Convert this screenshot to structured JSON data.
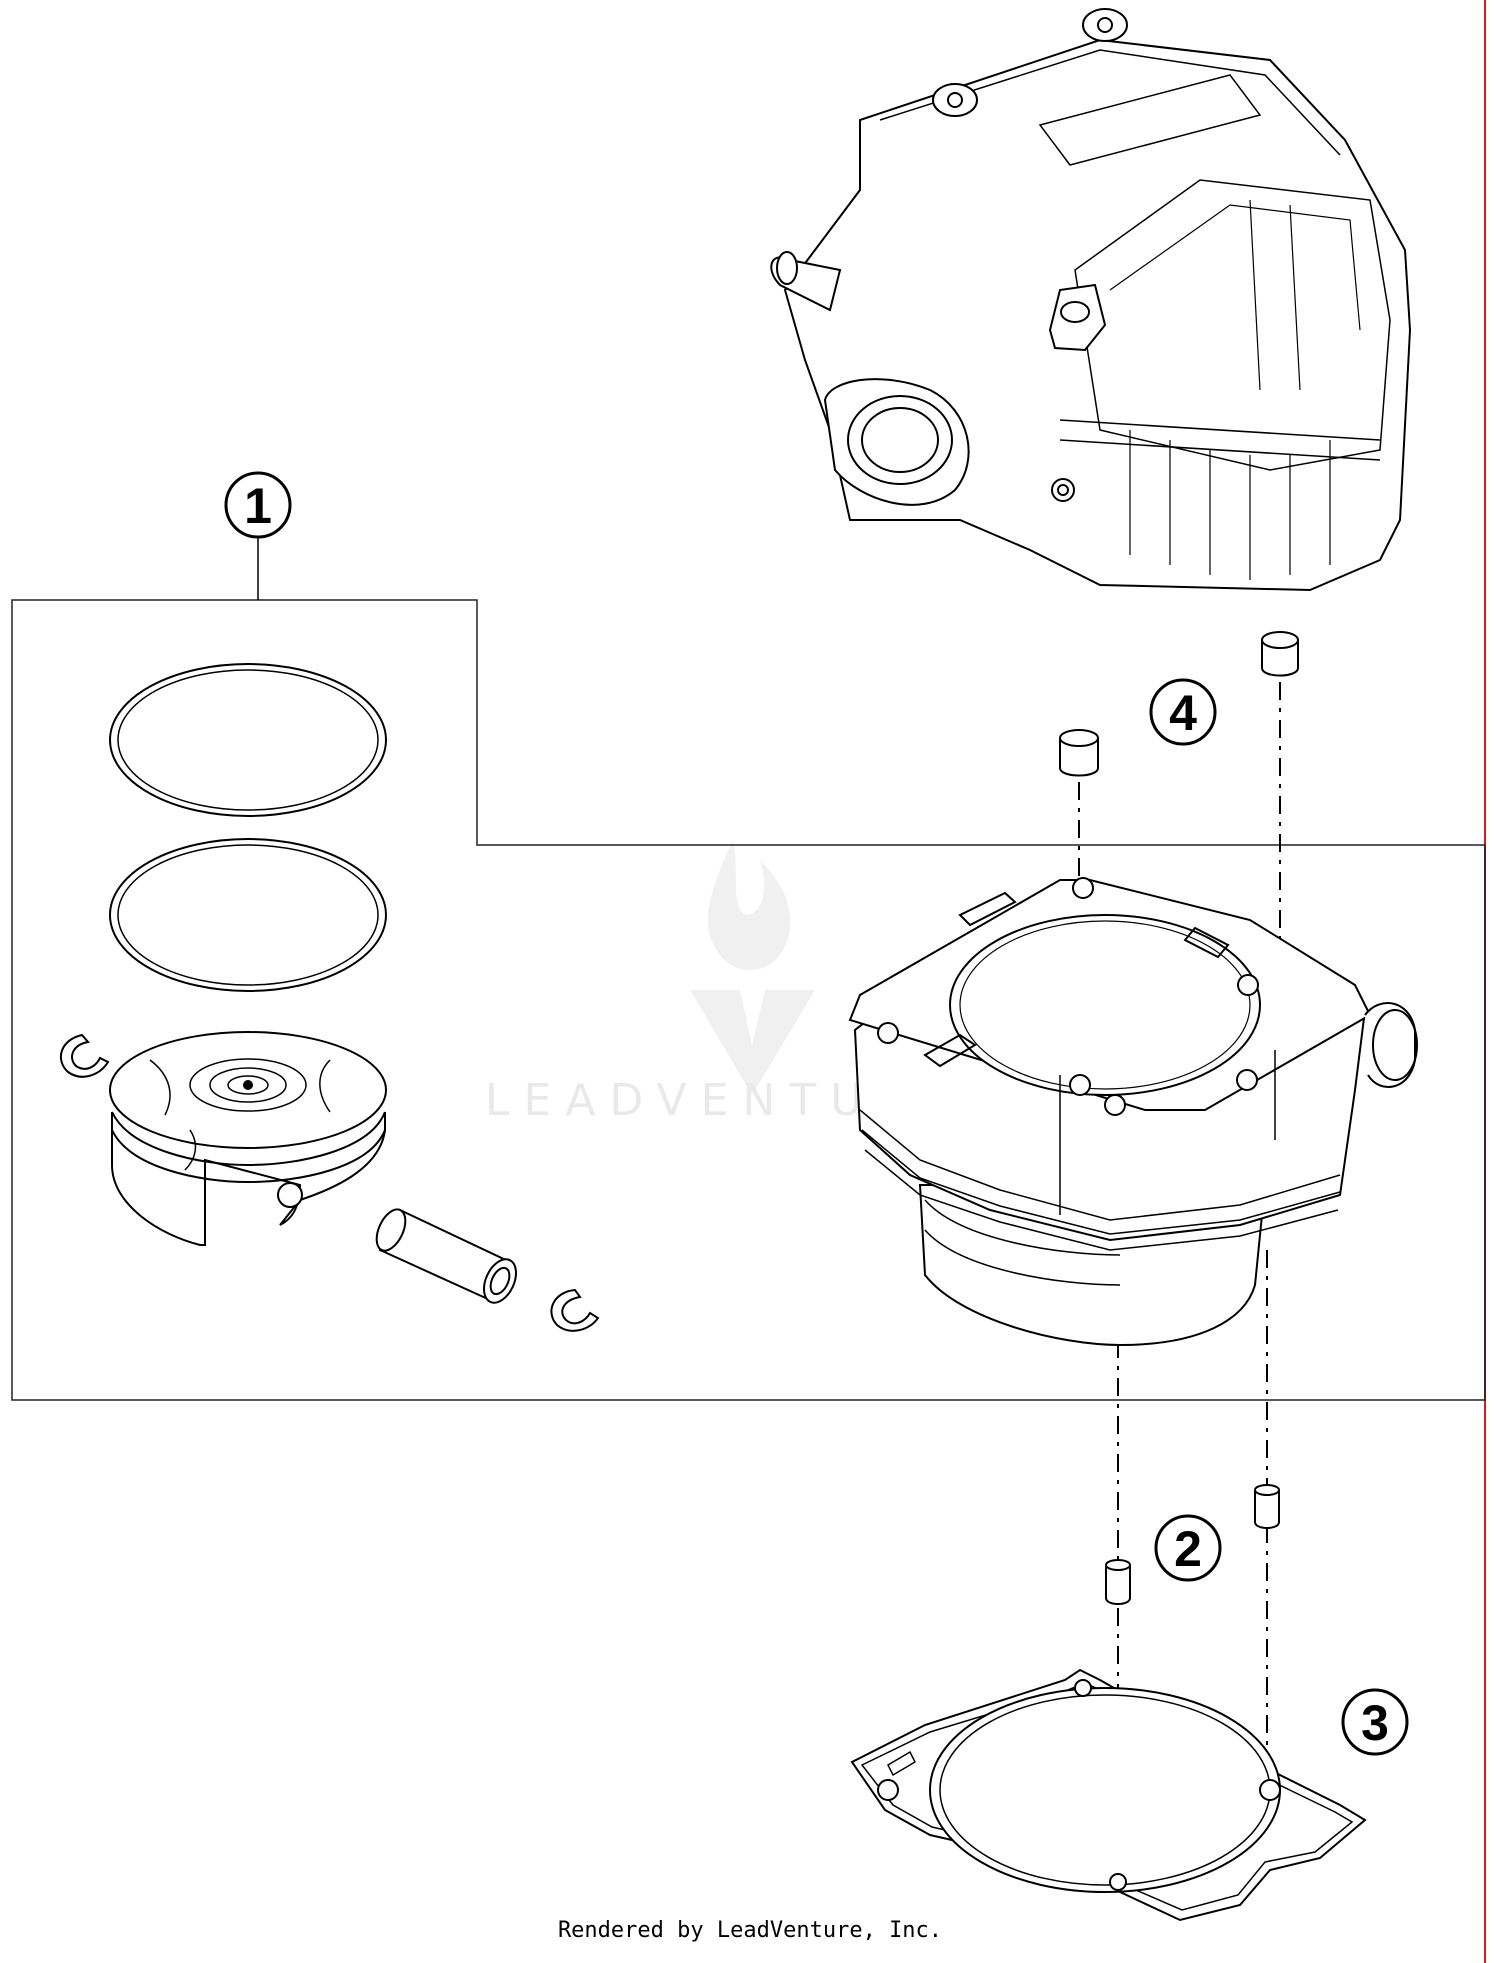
{
  "callouts": [
    {
      "id": "piston-kit",
      "label": "1"
    },
    {
      "id": "dowel-pins",
      "label": "2"
    },
    {
      "id": "base-gasket",
      "label": "3"
    },
    {
      "id": "head-dowels",
      "label": "4"
    }
  ],
  "watermark": {
    "text": "LEADVENTURE"
  },
  "footer": {
    "text": "Rendered by LeadVenture, Inc."
  },
  "colors": {
    "line": "#000000",
    "margin_rule": "#d81c1c",
    "watermark": "#e7e7e7"
  }
}
